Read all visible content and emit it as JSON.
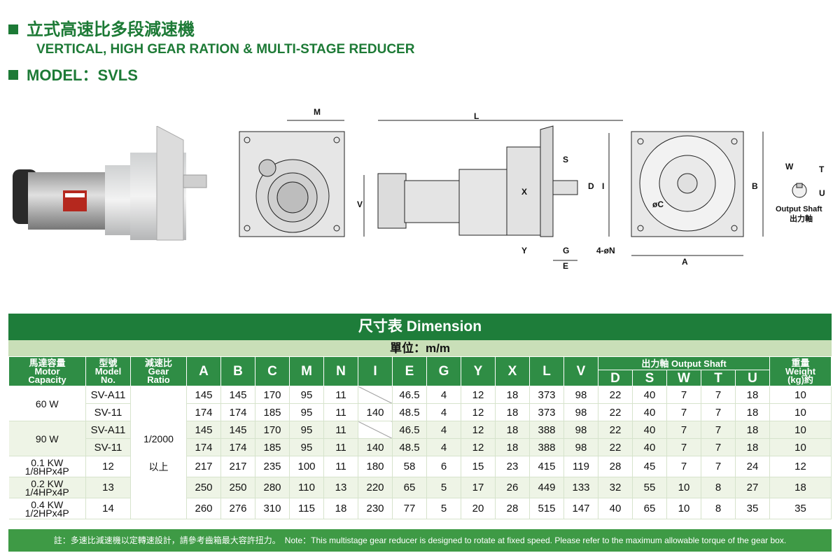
{
  "header": {
    "title_cn": "立式高速比多段減速機",
    "title_en": "VERTICAL, HIGH GEAR RATION &  MULTI-STAGE REDUCER",
    "model": "MODEL：SVLS"
  },
  "diagram": {
    "labels": [
      "M",
      "L",
      "V",
      "S",
      "D",
      "I",
      "X",
      "Y",
      "G",
      "E",
      "4-øN",
      "A",
      "B",
      "øC",
      "W",
      "T",
      "U"
    ],
    "output_shaft_en": "Output Shaft",
    "output_shaft_cn": "出力軸"
  },
  "table": {
    "title": "尺寸表 Dimension",
    "unit": "單位：m/m",
    "headers": {
      "motor": [
        "馬達容量",
        "Motor",
        "Capacity"
      ],
      "model": [
        "型號",
        "Model",
        "No."
      ],
      "ratio": [
        "減速比",
        "Gear",
        "Ratio"
      ],
      "dims": [
        "A",
        "B",
        "C",
        "M",
        "N",
        "I",
        "E",
        "G",
        "Y",
        "X",
        "L",
        "V"
      ],
      "output_shaft": "出力軸 Output Shaft",
      "shaft": [
        "D",
        "S",
        "W",
        "T",
        "U"
      ],
      "weight": [
        "重量",
        "Weight",
        "(kg)約"
      ]
    },
    "gear_ratio": [
      "1/2000",
      "以上"
    ],
    "motor_groups": [
      {
        "lines": [
          "60 W"
        ],
        "rows": [
          0,
          1
        ]
      },
      {
        "lines": [
          "90 W"
        ],
        "rows": [
          2,
          3
        ]
      },
      {
        "lines": [
          "0.1 KW",
          "1/8HPx4P"
        ],
        "rows": [
          4
        ]
      },
      {
        "lines": [
          "0.2 KW",
          "1/4HPx4P"
        ],
        "rows": [
          5
        ]
      },
      {
        "lines": [
          "0.4 KW",
          "1/2HPx4P"
        ],
        "rows": [
          6
        ]
      }
    ],
    "rows": [
      [
        "SV-A11",
        "145",
        "145",
        "170",
        "95",
        "11",
        "",
        "46.5",
        "4",
        "12",
        "18",
        "373",
        "98",
        "22",
        "40",
        "7",
        "7",
        "18",
        "10"
      ],
      [
        "SV-11",
        "174",
        "174",
        "185",
        "95",
        "11",
        "140",
        "48.5",
        "4",
        "12",
        "18",
        "373",
        "98",
        "22",
        "40",
        "7",
        "7",
        "18",
        "10"
      ],
      [
        "SV-A11",
        "145",
        "145",
        "170",
        "95",
        "11",
        "",
        "46.5",
        "4",
        "12",
        "18",
        "388",
        "98",
        "22",
        "40",
        "7",
        "7",
        "18",
        "10"
      ],
      [
        "SV-11",
        "174",
        "174",
        "185",
        "95",
        "11",
        "140",
        "48.5",
        "4",
        "12",
        "18",
        "388",
        "98",
        "22",
        "40",
        "7",
        "7",
        "18",
        "10"
      ],
      [
        "12",
        "217",
        "217",
        "235",
        "100",
        "11",
        "180",
        "58",
        "6",
        "15",
        "23",
        "415",
        "119",
        "28",
        "45",
        "7",
        "7",
        "24",
        "12"
      ],
      [
        "13",
        "250",
        "250",
        "280",
        "110",
        "13",
        "220",
        "65",
        "5",
        "17",
        "26",
        "449",
        "133",
        "32",
        "55",
        "10",
        "8",
        "27",
        "18"
      ],
      [
        "14",
        "260",
        "276",
        "310",
        "115",
        "18",
        "230",
        "77",
        "5",
        "20",
        "28",
        "515",
        "147",
        "40",
        "65",
        "10",
        "8",
        "35",
        "35"
      ]
    ],
    "note": "註：多速比減速機以定轉速設計，請參考齒箱最大容許扭力。　Note：This multistage gear reducer is designed to rotate at fixed speed. Please refer to the maximum allowable torque of the gear box."
  },
  "colors": {
    "green_dark": "#1e7d3a",
    "green_header": "#2f8d45",
    "green_band": "#c9dfb8"
  }
}
